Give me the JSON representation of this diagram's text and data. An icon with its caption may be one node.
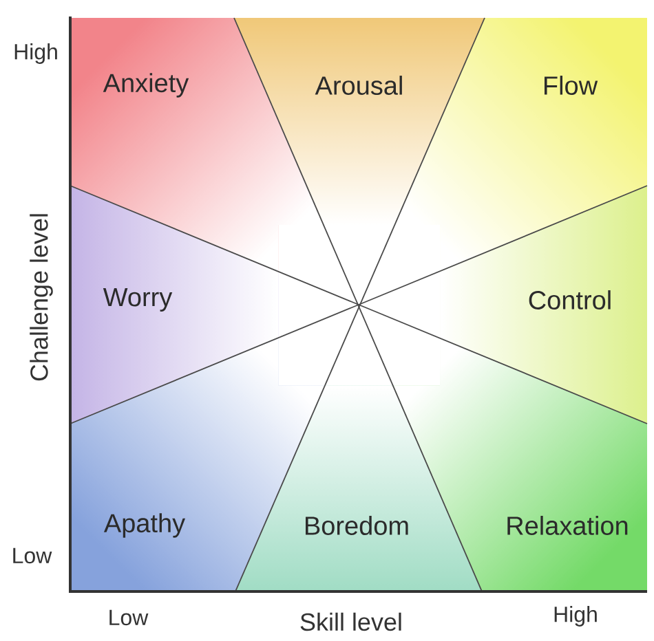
{
  "diagram": {
    "nodes": [
      {
        "text": [
          "Anxiety"
        ]
      },
      {
        "text": [
          "Arousal"
        ]
      },
      {
        "text": [
          "Flow"
        ]
      },
      {
        "text": [
          "Worry"
        ]
      },
      {
        "text": [
          "Control"
        ]
      },
      {
        "text": [
          "Apathy"
        ]
      },
      {
        "text": [
          "Boredom"
        ]
      },
      {
        "text": [
          "Relaxation"
        ]
      }
    ],
    "labels": [
      "High",
      "Challenge level",
      "Low",
      "Low",
      "Skill level",
      "High"
    ]
  }
}
